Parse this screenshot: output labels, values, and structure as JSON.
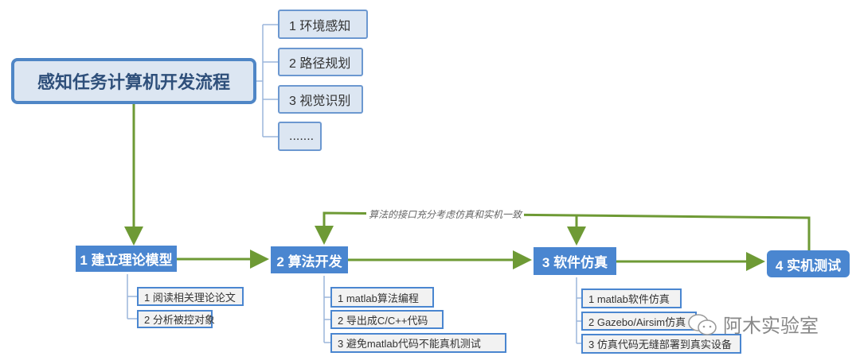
{
  "root": {
    "title": "感知任务计算机开发流程"
  },
  "tasks": [
    "1 环境感知",
    "2 路径规划",
    "3 视觉识别",
    "......."
  ],
  "stages": [
    {
      "label": "1 建立理论模型",
      "subs": [
        "1 阅读相关理论论文",
        "2 分析被控对象"
      ]
    },
    {
      "label": "2 算法开发",
      "subs": [
        "1 matlab算法编程",
        "2 导出成C/C++代码",
        "3 避免matlab代码不能真机测试"
      ]
    },
    {
      "label": "3 软件仿真",
      "subs": [
        "1 matlab软件仿真",
        "2 Gazebo/Airsim仿真",
        "3 仿真代码无缝部署到真实设备"
      ]
    },
    {
      "label": "4 实机测试",
      "subs": []
    }
  ],
  "feedback_note": "算法的接口充分考虑仿真和实机一致",
  "watermark": "阿木实验室",
  "colors": {
    "line": "#6e9a35",
    "box": "#4a86d0",
    "root_fill": "#dce6f2"
  }
}
